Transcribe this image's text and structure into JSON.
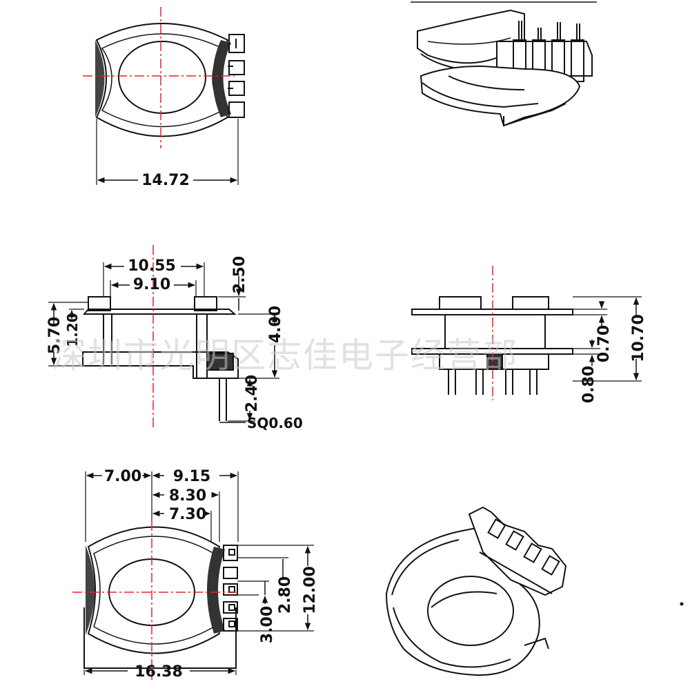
{
  "colors": {
    "line": "#111111",
    "center": "#e8202a",
    "wm": "#c8c8c8"
  },
  "views": {
    "top": {
      "width": "14.72"
    },
    "side": {
      "flange_outer": "10.55",
      "flange_inner": "9.10",
      "pin_stub": "2.50",
      "total_height": "5.70",
      "flange_thk": "1.20",
      "body_height": "4.00",
      "pin_length": "2.40",
      "pin_section": "SQ0.60"
    },
    "front": {
      "overall": "10.70",
      "gap_upper": "0.70",
      "gap_lower": "0.80"
    },
    "bottom": {
      "left_width": "7.00",
      "pin_row_1": "9.15",
      "pin_row_2": "8.30",
      "pin_row_3": "7.30",
      "pin_pitch_a": "2.80",
      "pin_span": "12.00",
      "pin_pitch_b": "3.00",
      "base_width": "16.38"
    }
  },
  "watermark": "深圳市光明区志佳电子经营部"
}
